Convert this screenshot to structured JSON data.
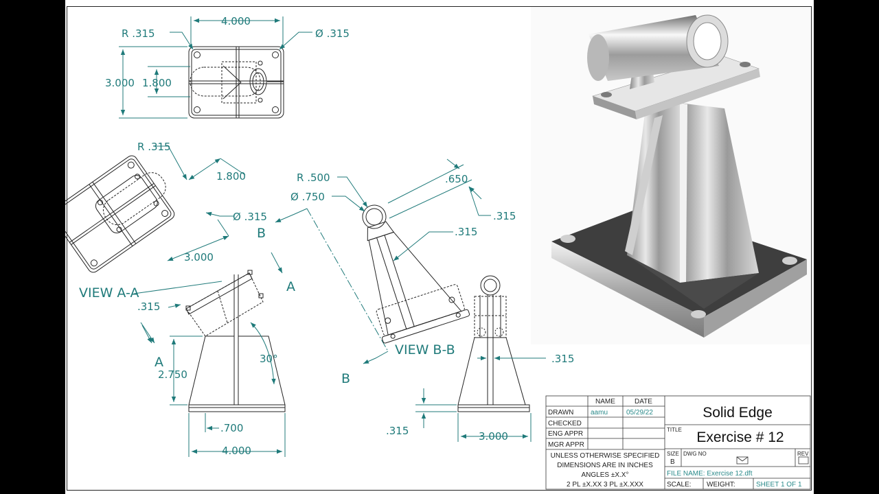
{
  "dimensions": {
    "top_width": "4.000",
    "top_radius": "R .315",
    "top_hole": "Ø .315",
    "top_height": "3.000",
    "top_inner": "1.800",
    "aux_radius": "R .315",
    "aux_inner": "1.800",
    "aux_hole": "Ø .315",
    "aux_width": "3.000",
    "front_left": ".315",
    "front_height": "2.750",
    "front_angle": "30°",
    "front_offset": ".700",
    "front_width": "4.000",
    "bb_radius": "R .500",
    "bb_bore": "Ø .750",
    "bb_a": ".650",
    "bb_b": ".315",
    "bb_c": ".315",
    "side_rib": ".315",
    "side_base": ".315",
    "side_width": "3.000"
  },
  "labels": {
    "view_aa": "VIEW A-A",
    "view_bb": "VIEW B-B",
    "cut_a_top": "A",
    "cut_a_bottom": "A",
    "cut_b_top": "B",
    "cut_b_bottom": "B"
  },
  "title_block": {
    "col_name": "NAME",
    "col_date": "DATE",
    "row_drawn": "DRAWN",
    "drawn_name": "aamu",
    "drawn_date": "05/29/22",
    "row_checked": "CHECKED",
    "row_eng": "ENG APPR",
    "row_mgr": "MGR APPR",
    "company": "Solid Edge",
    "title_label": "TITLE",
    "title": "Exercise # 12",
    "note_1": "UNLESS OTHERWISE SPECIFIED",
    "note_2": "DIMENSIONS ARE IN INCHES",
    "note_3": "ANGLES ±X.X°",
    "note_4": "2 PL ±X.XX 3 PL ±X.XXX",
    "size_label": "SIZE",
    "size": "B",
    "dwg_label": "DWG NO",
    "rev_label": "REV",
    "file_name": "FILE NAME: Exercise 12.dft",
    "scale_label": "SCALE:",
    "weight_label": "WEIGHT:",
    "sheet": "SHEET 1 OF 1"
  }
}
